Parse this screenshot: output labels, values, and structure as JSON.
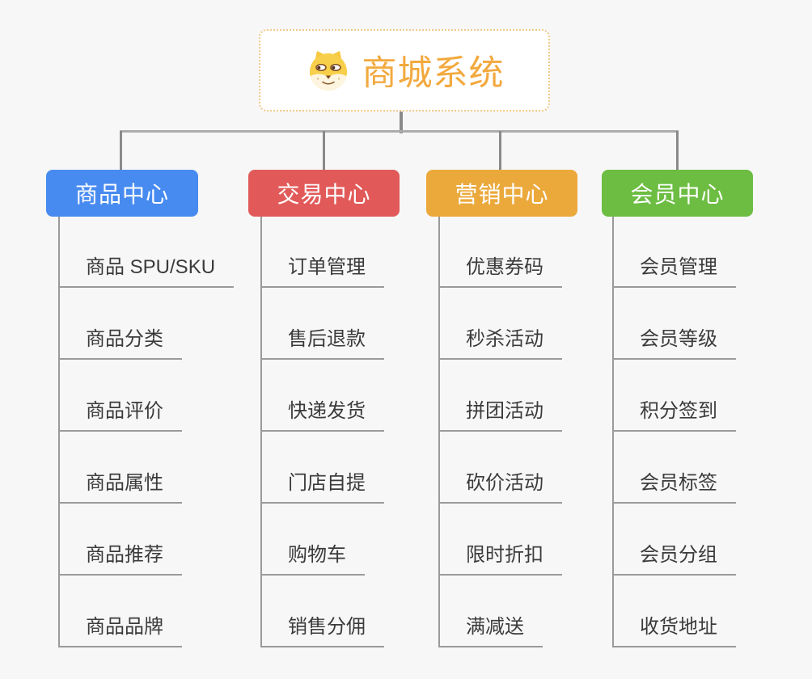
{
  "root": {
    "title": "商城系统",
    "icon": "doge-face-icon",
    "accent_color": "#f2a93e",
    "border_color": "#f0c88a"
  },
  "connector_color": "#8a8a8a",
  "background_color": "#f7f7f7",
  "columns": [
    {
      "label": "商品中心",
      "color": "#478bf0",
      "items": [
        "商品 SPU/SKU",
        "商品分类",
        "商品评价",
        "商品属性",
        "商品推荐",
        "商品品牌"
      ]
    },
    {
      "label": "交易中心",
      "color": "#e15a59",
      "items": [
        "订单管理",
        "售后退款",
        "快递发货",
        "门店自提",
        "购物车",
        "销售分佣"
      ]
    },
    {
      "label": "营销中心",
      "color": "#eba93c",
      "items": [
        "优惠券码",
        "秒杀活动",
        "拼团活动",
        "砍价活动",
        "限时折扣",
        "满减送"
      ]
    },
    {
      "label": "会员中心",
      "color": "#6cbd42",
      "items": [
        "会员管理",
        "会员等级",
        "积分签到",
        "会员标签",
        "会员分组",
        "收货地址"
      ]
    }
  ]
}
